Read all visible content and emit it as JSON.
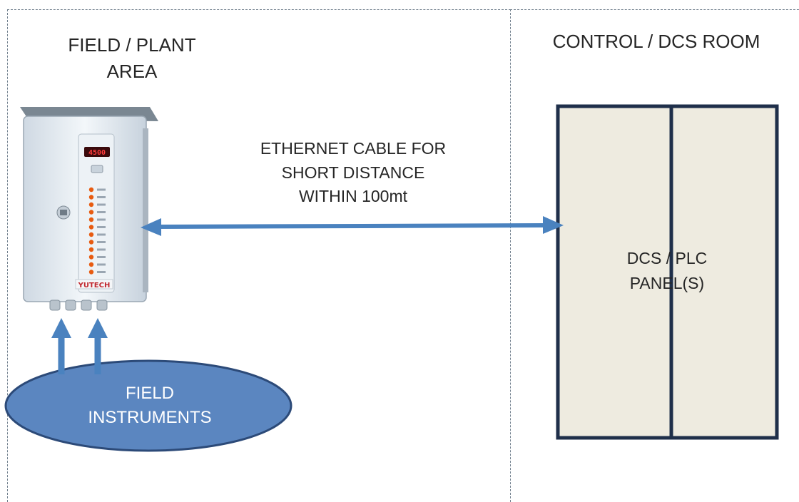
{
  "zones": {
    "field_title": "FIELD / PLANT\nAREA",
    "control_title": "CONTROL / DCS ROOM"
  },
  "connection": {
    "label": "ETHERNET CABLE FOR\nSHORT DISTANCE\nWITHIN 100mt"
  },
  "dcs_panel": {
    "label": "DCS / PLC\nPANEL(S)"
  },
  "field_instruments": {
    "label": "FIELD\nINSTRUMENTS"
  },
  "device": {
    "display_value": "4500",
    "brand": "YUTECH",
    "led_count": 12
  },
  "colors": {
    "arrow": "#4a82bf",
    "ellipse_fill": "#5b86c0",
    "ellipse_stroke": "#2c4a78",
    "panel_fill": "#eeebe0",
    "panel_stroke": "#1f2f4a",
    "enclosure": "#e6edf3",
    "display": "#c8141e",
    "led": "#e85b10"
  }
}
